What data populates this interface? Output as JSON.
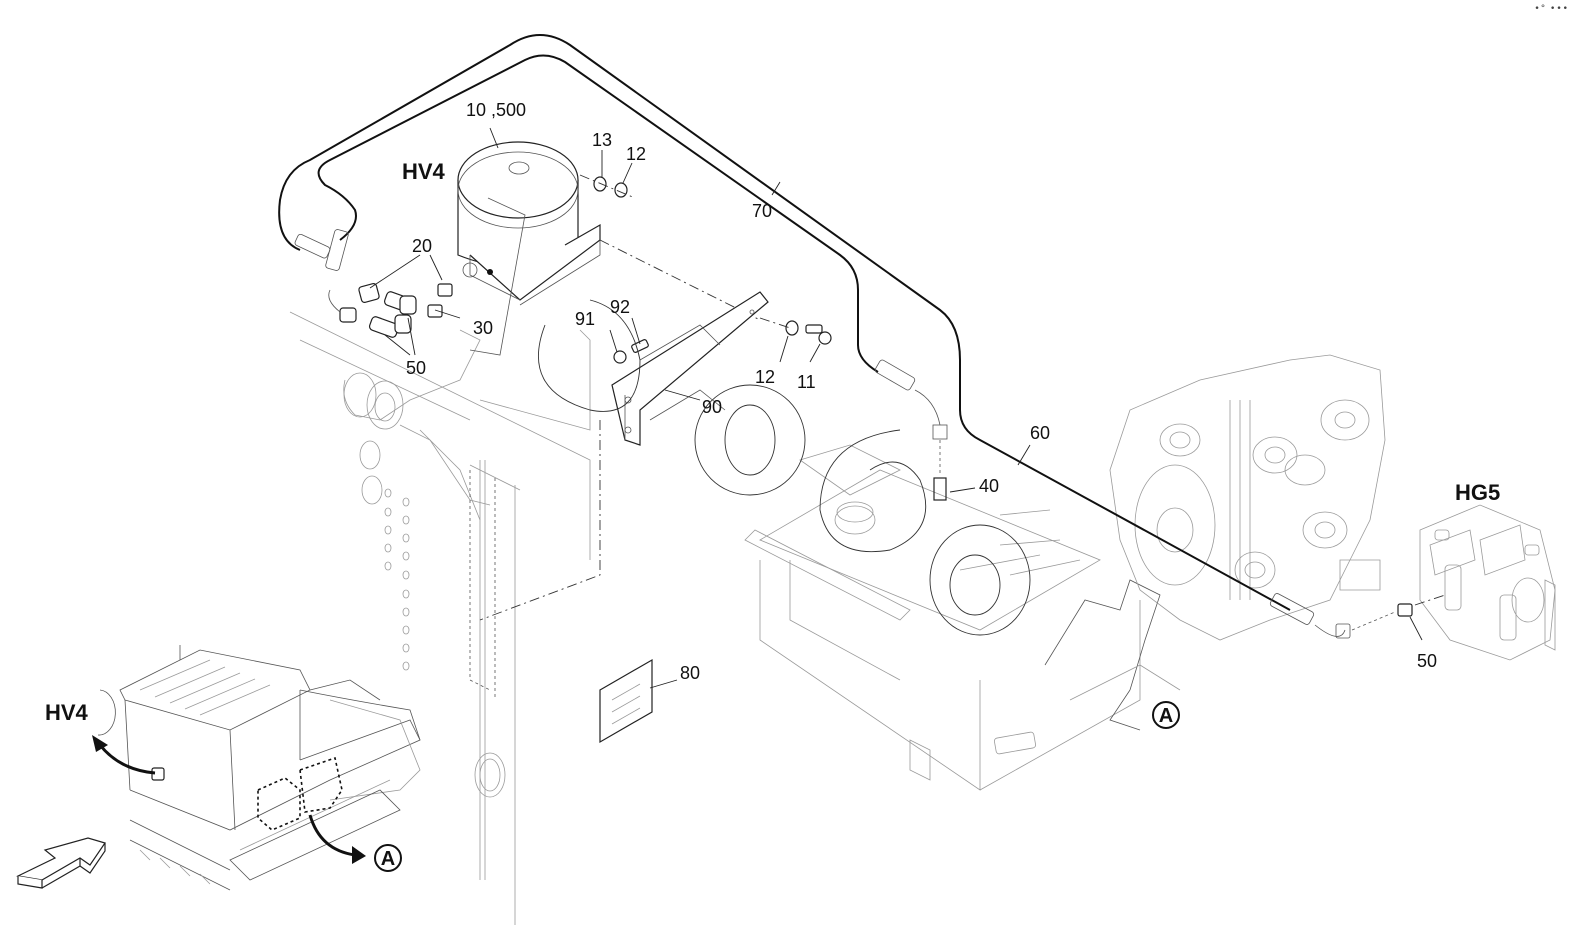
{
  "diagram": {
    "title": "Hydraulic hand pump HV4 connection to pump HG5",
    "assemblies": [
      {
        "id": "hv4",
        "label": "HV4"
      },
      {
        "id": "hg5",
        "label": "HG5"
      },
      {
        "id": "overview_hv4",
        "label": "HV4"
      }
    ],
    "reference_marks": [
      {
        "id": "detail_a_main",
        "label": "A"
      },
      {
        "id": "detail_a_overview",
        "label": "A"
      }
    ],
    "part_numbers": [
      {
        "id": "p10",
        "label": "10 ,500",
        "description": "hand pump"
      },
      {
        "id": "p13",
        "label": "13",
        "description": "nut"
      },
      {
        "id": "p12a",
        "label": "12",
        "description": "washer"
      },
      {
        "id": "p70",
        "label": "70",
        "description": "hose line"
      },
      {
        "id": "p20",
        "label": "20",
        "description": "elbow fitting"
      },
      {
        "id": "p30",
        "label": "30",
        "description": "screw-in fitting"
      },
      {
        "id": "p50a",
        "label": "50",
        "description": "elbow fitting"
      },
      {
        "id": "p91",
        "label": "91",
        "description": "washer"
      },
      {
        "id": "p92",
        "label": "92",
        "description": "screw"
      },
      {
        "id": "p12b",
        "label": "12",
        "description": "washer"
      },
      {
        "id": "p11",
        "label": "11",
        "description": "bolt"
      },
      {
        "id": "p90",
        "label": "90",
        "description": "bracket"
      },
      {
        "id": "p60",
        "label": "60",
        "description": "hose line"
      },
      {
        "id": "p40",
        "label": "40",
        "description": "screw-in fitting"
      },
      {
        "id": "p80",
        "label": "80",
        "description": "decal"
      },
      {
        "id": "p50b",
        "label": "50",
        "description": "screw-in fitting"
      }
    ],
    "corner_indicator": "•° •••"
  }
}
